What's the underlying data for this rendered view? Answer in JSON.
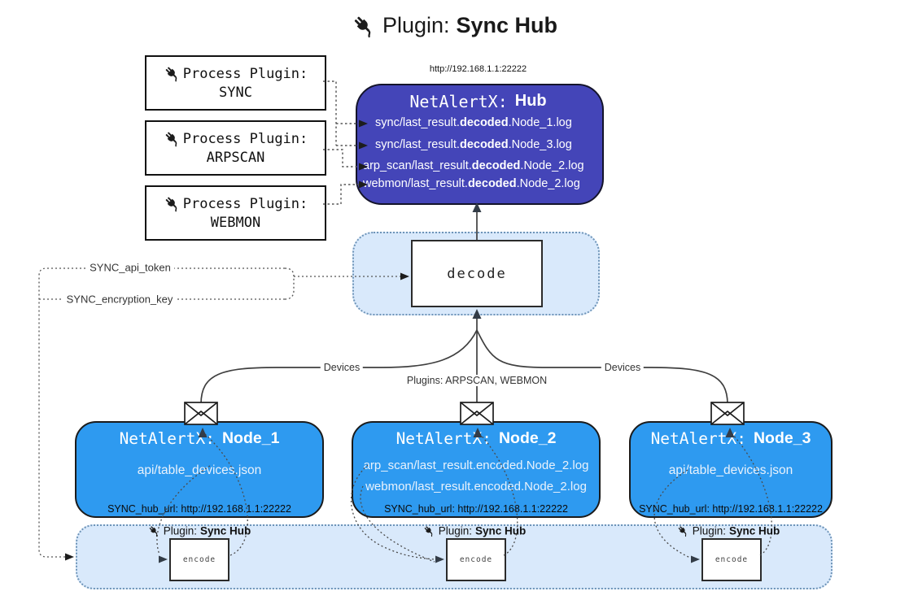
{
  "title": {
    "prefix": "Plugin:",
    "name": "Sync Hub"
  },
  "icons": {
    "title": "plug-icon",
    "process_box": "plug-icon",
    "band_label": "plug-icon",
    "message": "envelope-icon"
  },
  "process_plugins": [
    {
      "label": "Process Plugin:",
      "name": "SYNC"
    },
    {
      "label": "Process Plugin:",
      "name": "ARPSCAN"
    },
    {
      "label": "Process Plugin:",
      "name": "WEBMON"
    }
  ],
  "hub": {
    "url_label": "http://192.168.1.1:22222",
    "title_prefix": "NetAlertX:",
    "title_name": "Hub",
    "lines": [
      {
        "pre": "sync/last_result.",
        "bold": "decoded",
        "post": ".Node_1.log"
      },
      {
        "pre": "sync/last_result.",
        "bold": "decoded",
        "post": ".Node_3.log"
      },
      {
        "pre": "arp_scan/last_result.",
        "bold": "decoded",
        "post": ".Node_2.log"
      },
      {
        "pre": "webmon/last_result.",
        "bold": "decoded",
        "post": ".Node_2.log"
      }
    ]
  },
  "decode": {
    "label": "decode"
  },
  "secrets": {
    "api_token": "SYNC_api_token",
    "encryption_key": "SYNC_encryption_key"
  },
  "edges": {
    "devices_left": "Devices",
    "devices_right": "Devices",
    "plugins_mid": "Plugins: ARPSCAN, WEBMON"
  },
  "nodes": [
    {
      "title_prefix": "NetAlertX:",
      "title_name": "Node_1",
      "files": [
        "api/table_devices.json"
      ],
      "hub_url": "SYNC_hub_url: http://192.168.1.1:22222"
    },
    {
      "title_prefix": "NetAlertX:",
      "title_name": "Node_2",
      "files": [
        "arp_scan/last_result.encoded.Node_2.log",
        "webmon/last_result.encoded.Node_2.log"
      ],
      "hub_url": "SYNC_hub_url: http://192.168.1.1:22222"
    },
    {
      "title_prefix": "NetAlertX:",
      "title_name": "Node_3",
      "files": [
        "api/table_devices.json"
      ],
      "hub_url": "SYNC_hub_url: http://192.168.1.1:22222"
    }
  ],
  "encode_band": {
    "plugin_prefix": "Plugin:",
    "plugin_name": "Sync Hub",
    "encode_label": "encode"
  },
  "colors": {
    "hub_bg": "#4445b8",
    "node_bg": "#2e9af0",
    "band_bg": "#d9e9fb",
    "band_border": "#6e94b8",
    "box_border": "#111111",
    "line": "#3f3f3f",
    "text_light": "#ffffff"
  }
}
